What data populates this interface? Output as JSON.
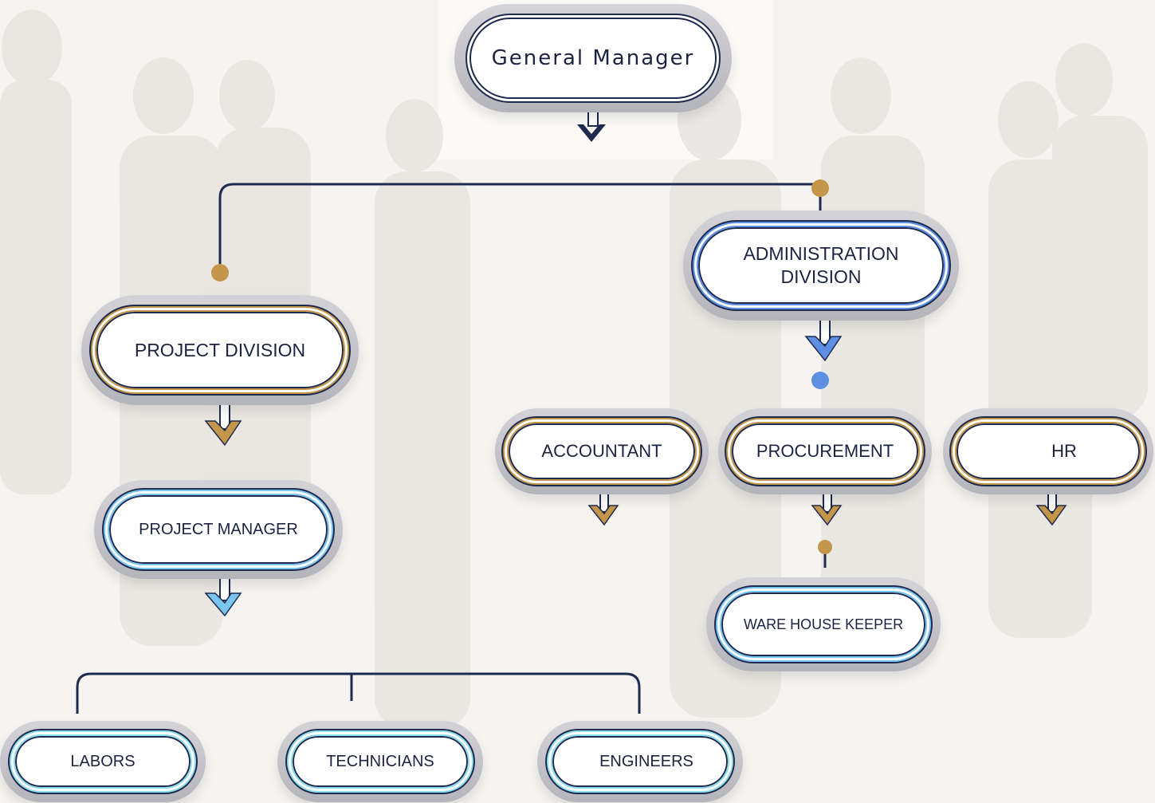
{
  "colors": {
    "navy": "#1f2a4f",
    "gold": "#c4964a",
    "blue": "#5d8fe2",
    "sky": "#7bc6ee",
    "cyan": "#8fdde9",
    "background": "#f7f5f2"
  },
  "nodes": {
    "general_manager": "General Manager",
    "project_division": "PROJECT DIVISION",
    "administration_division": "ADMINISTRATION\nDIVISION",
    "project_manager": "PROJECT MANAGER",
    "accountant": "ACCOUNTANT",
    "procurement": "PROCUREMENT",
    "hr": "HR",
    "ware_house_keeper": "WARE HOUSE KEEPER",
    "labors": "LABORS",
    "technicians": "TECHNICIANS",
    "engineers": "ENGINEERS"
  },
  "edges": [
    [
      "general_manager",
      "project_division"
    ],
    [
      "general_manager",
      "administration_division"
    ],
    [
      "project_division",
      "project_manager"
    ],
    [
      "administration_division",
      "accountant"
    ],
    [
      "administration_division",
      "procurement"
    ],
    [
      "administration_division",
      "hr"
    ],
    [
      "procurement",
      "ware_house_keeper"
    ],
    [
      "project_manager",
      "labors"
    ],
    [
      "project_manager",
      "technicians"
    ],
    [
      "project_manager",
      "engineers"
    ]
  ]
}
